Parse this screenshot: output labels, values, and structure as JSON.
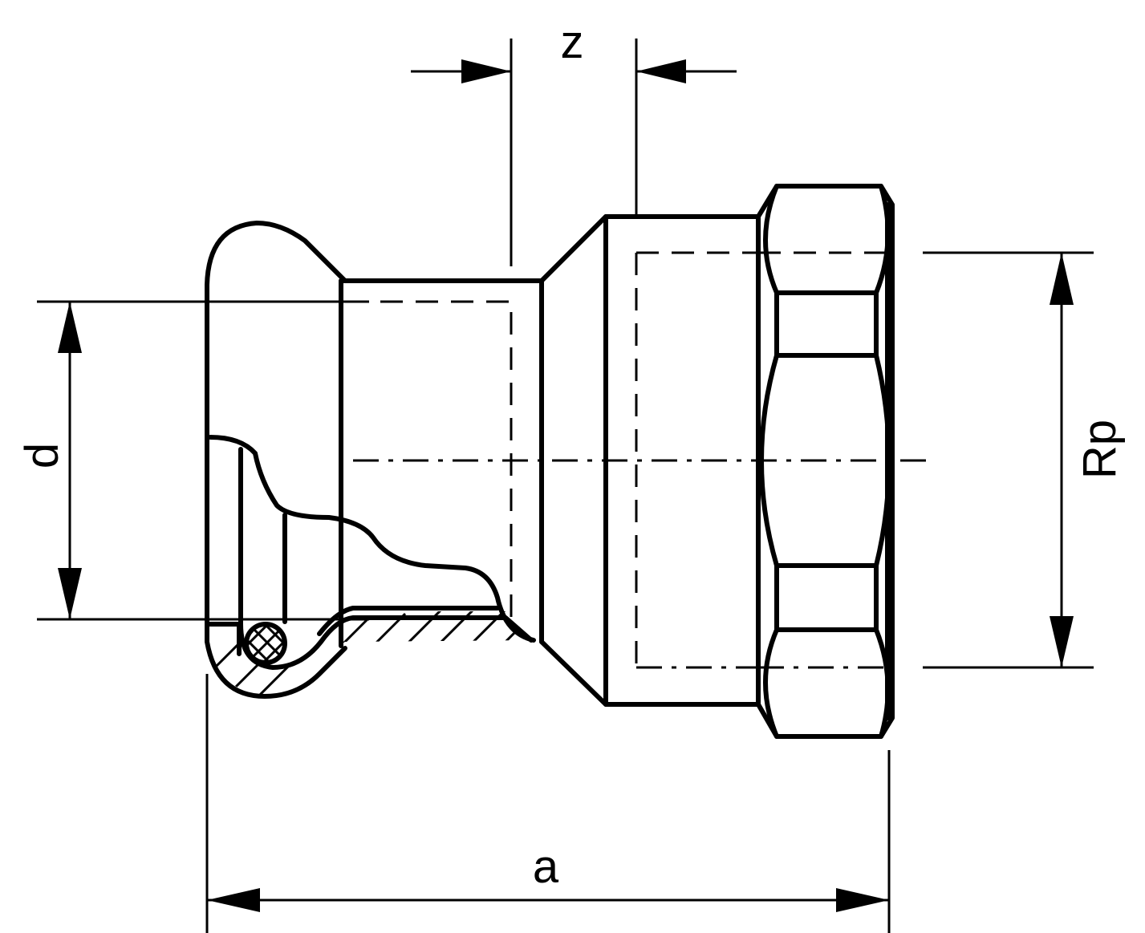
{
  "diagram": {
    "labels": {
      "z": "z",
      "d": "d",
      "rp": "Rp",
      "a": "a"
    }
  }
}
